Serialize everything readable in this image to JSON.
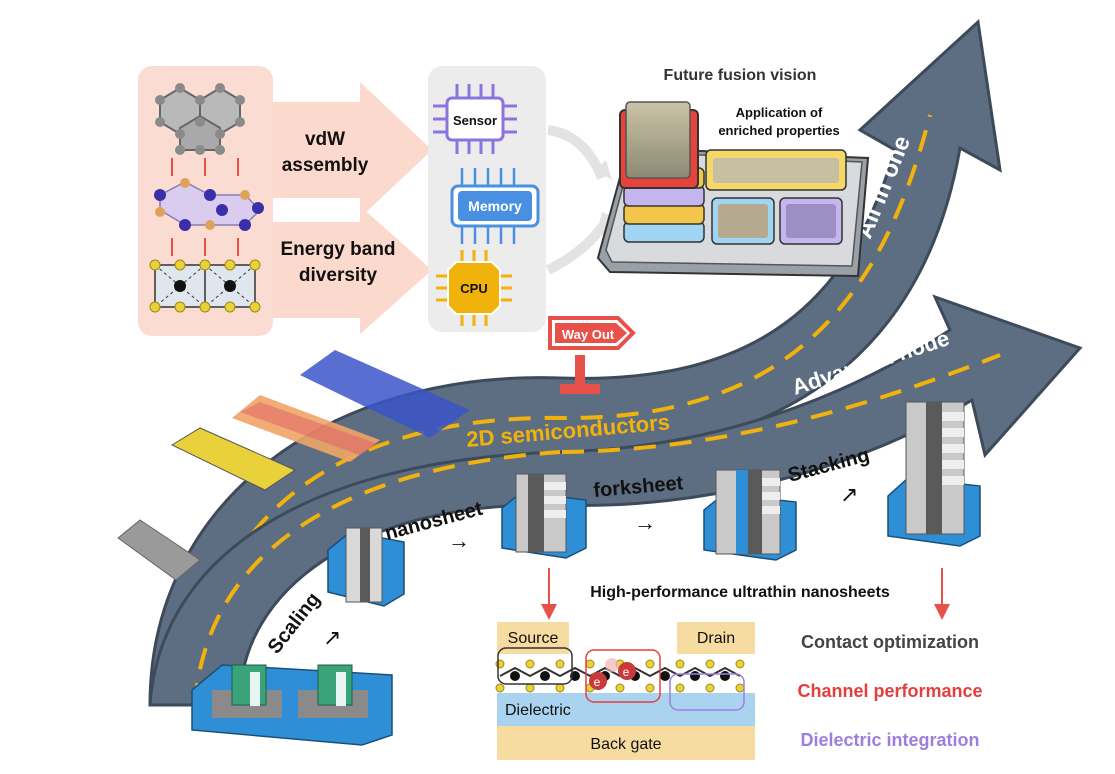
{
  "materials": {
    "vdw_label_1": "vdW",
    "vdw_label_2": "assembly",
    "band_label_1": "Energy band",
    "band_label_2": "diversity"
  },
  "chips": {
    "sensor": "Sensor",
    "memory": "Memory",
    "cpu": "CPU"
  },
  "future": {
    "title": "Future fusion vision",
    "app_line_1": "Application of",
    "app_line_2": "enriched properties"
  },
  "sign": {
    "text": "Way Out"
  },
  "roads": {
    "all_in_one": "All in one",
    "advanced_node": "Advanced node",
    "semiconductors": "2D semiconductors"
  },
  "steps": {
    "scaling": "Scaling",
    "nanosheet": "nanosheet",
    "forksheet": "forksheet",
    "stacking": "Stacking"
  },
  "device": {
    "heading": "High-performance ultrathin nanosheets",
    "source": "Source",
    "drain": "Drain",
    "dielectric": "Dielectric",
    "back_gate": "Back gate",
    "electron": "e"
  },
  "legend": {
    "contact": "Contact optimization",
    "channel": "Channel performance",
    "dielectric": "Dielectric integration"
  },
  "colors": {
    "road": "#5e6e82",
    "road_edge": "#3d4a5a",
    "dash": "#f2b20c",
    "label_yellow": "#f2b20c",
    "red_arrow": "#e8504a",
    "channel_red": "#e63e3e",
    "dielectric_purple": "#9b7fe0",
    "contact_dark": "#444444",
    "chip_purple": "#8b73e0",
    "memory_blue": "#4a90e2",
    "cpu_orange": "#f2b20c"
  }
}
